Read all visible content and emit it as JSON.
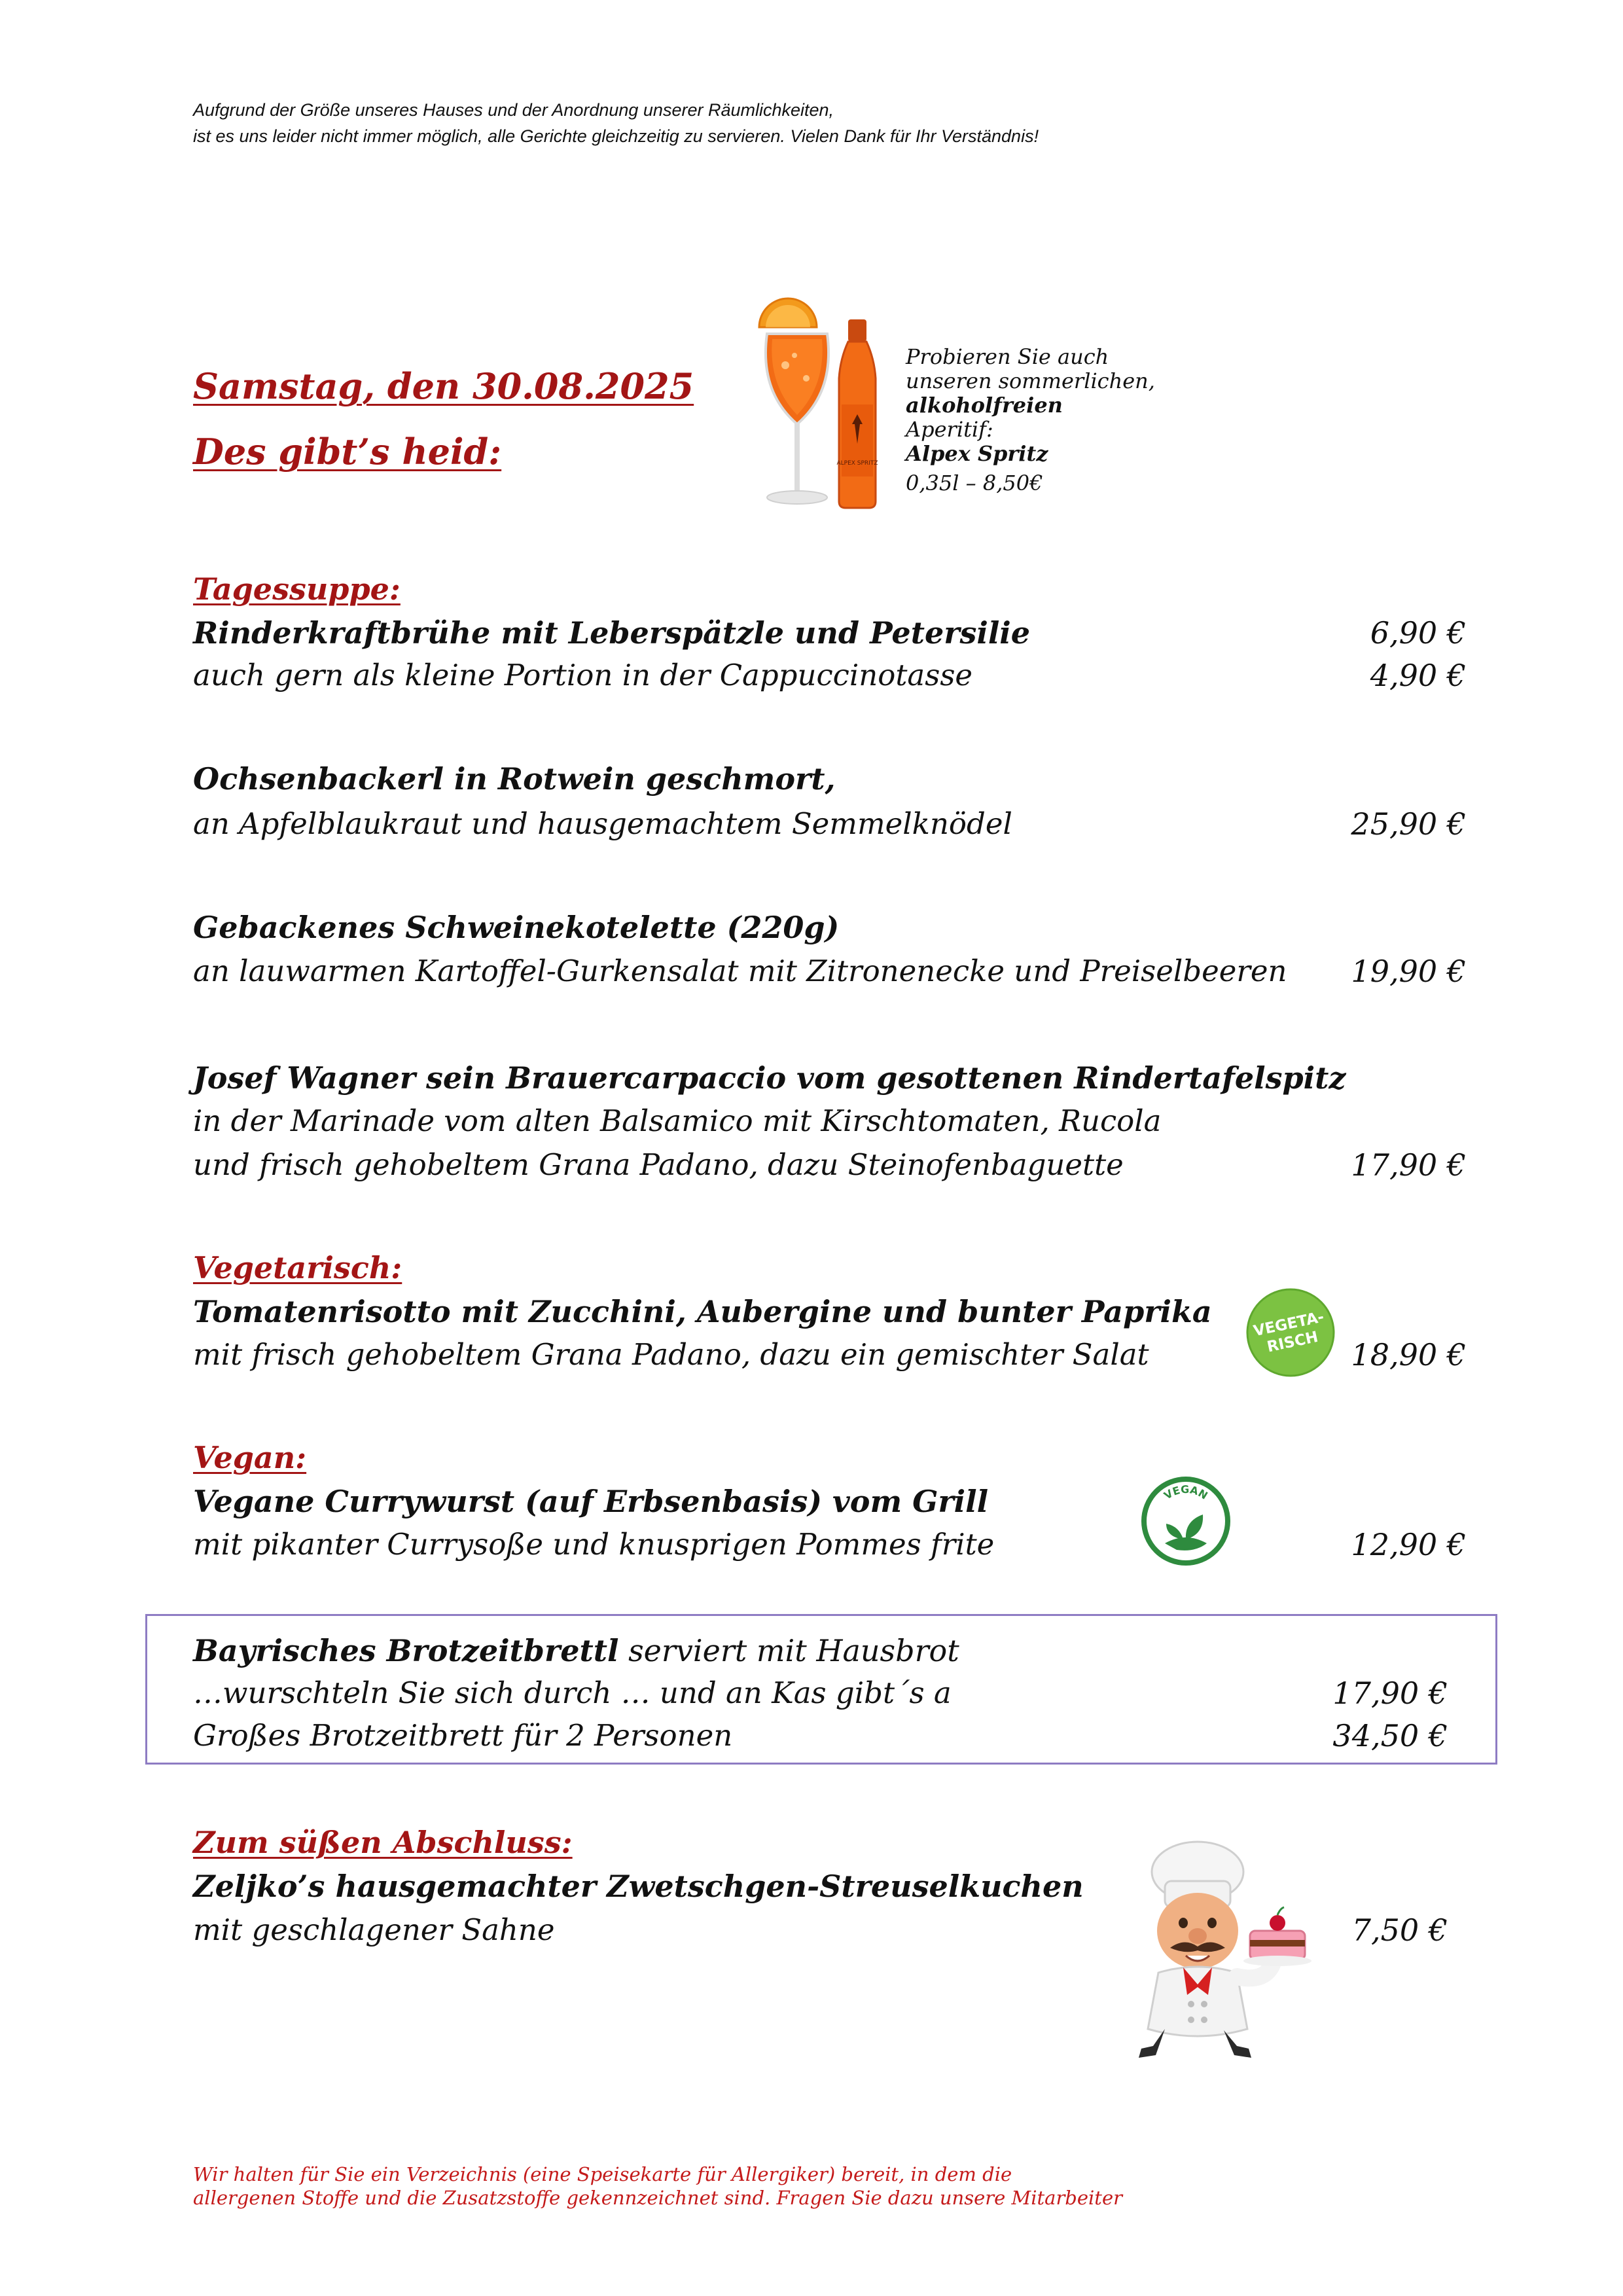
{
  "notice": {
    "line1": "Aufgrund der Größe unseres Hauses und der Anordnung unserer Räumlichkeiten,",
    "line2": "ist es uns leider nicht immer möglich, alle Gerichte gleichzeitig zu servieren.  Vielen Dank für Ihr Verständnis!"
  },
  "header": {
    "date": "Samstag, den 30.08.2025",
    "motto": "Des gibt’s heid:"
  },
  "aperitif": {
    "line1": "Probieren Sie auch",
    "line2": "unseren sommerlichen,",
    "line3": "alkoholfreien",
    "line4": "Aperitif:",
    "line5": "Alpex Spritz",
    "line6": "0,35l – 8,50€",
    "bottle_label": "ALPEX SPRITZ"
  },
  "soup": {
    "section": "Tagessuppe:",
    "dish": "Rinderkraftbrühe mit Leberspätzle und Petersilie",
    "price": "6,90 €",
    "small_desc": "auch gern als kleine Portion in der Cappuccinotasse",
    "small_price": "4,90 €"
  },
  "dish1": {
    "name": "Ochsenbackerl in Rotwein geschmort,",
    "desc": "an Apfelblaukraut und hausgemachtem Semmelknödel",
    "price": "25,90 €"
  },
  "dish2": {
    "name": "Gebackenes Schweinekotelette (220g)",
    "desc": "an lauwarmen Kartoffel-Gurkensalat mit Zitronenecke und Preiselbeeren",
    "price": "19,90 €"
  },
  "dish3": {
    "name": "Josef Wagner sein Brauercarpaccio vom gesottenen Rindertafelspitz",
    "desc1": "in der Marinade vom alten Balsamico mit Kirschtomaten, Rucola",
    "desc2": "und frisch gehobeltem Grana Padano, dazu Steinofenbaguette",
    "price": "17,90 €"
  },
  "vegetarian": {
    "section": "Vegetarisch:",
    "name": "Tomatenrisotto mit Zucchini, Aubergine und bunter Paprika",
    "desc": "mit frisch gehobeltem Grana Padano, dazu ein gemischter Salat",
    "price": "18,90 €",
    "badge_line1": "VEGETA-",
    "badge_line2": "RISCH"
  },
  "vegan": {
    "section": "Vegan:",
    "name": "Vegane Currywurst (auf Erbsenbasis) vom Grill",
    "desc": "mit pikanter Currysoße und knusprigen Pommes frite",
    "price": "12,90 €",
    "badge_text": "VEGAN"
  },
  "brotzeit": {
    "name": "Bayrisches Brotzeitbrettl",
    "name_suffix": " serviert mit Hausbrot",
    "line2": "…wurschteln Sie sich durch … und an Kas gibt´s a",
    "price1": "17,90 €",
    "line3": "Großes Brotzeitbrett für 2 Personen",
    "price2": "34,50 €"
  },
  "dessert": {
    "section": "Zum süßen Abschluss:",
    "name": "Zeljko’s hausgemachter Zwetschgen-Streuselkuchen",
    "desc": "mit geschlagener Sahne",
    "price": "7,50 €"
  },
  "footer": {
    "line1": "Wir halten für Sie ein Verzeichnis (eine Speisekarte für Allergiker) bereit, in dem die",
    "line2": "allergenen Stoffe und die Zusatzstoffe gekennzeichnet sind. Fragen Sie dazu unsere Mitarbeiter"
  },
  "colors": {
    "accent_red": "#a31515",
    "footer_red": "#c41a1a",
    "box_border": "#8e7cc3",
    "vegetarian_green": "#7cc242",
    "vegan_green": "#2e8b3e"
  }
}
